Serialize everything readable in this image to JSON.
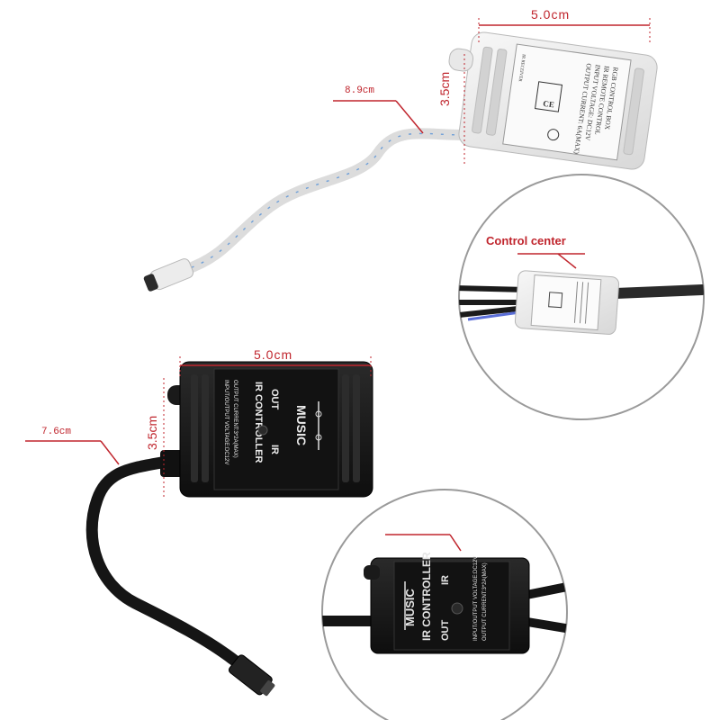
{
  "dimensions": {
    "top_width": "5.0cm",
    "top_height": "3.5cm",
    "top_cable": "8.9cm",
    "bottom_width": "5.0cm",
    "bottom_height": "3.5cm",
    "bottom_cable": "7.6cm"
  },
  "callout_top": {
    "label": "Control center"
  },
  "white_box": {
    "lines": [
      "RGB CONTROL BOX",
      "IR REMOTE CONTROL",
      "INPUT VOLTAGE: DC12V",
      "OUTPUT CURRENT: 6A(MAX)"
    ],
    "ce": "CE",
    "receiver": "IR RECEIVER"
  },
  "black_box": {
    "logo": "MUSIC",
    "title": "IR CONTROLLER",
    "out": "OUT",
    "ir": "IR",
    "spec1": "INPUT/OUTPUT VOLTAGE:DC12V",
    "spec2": "OUTPUT CURRENT:3*2A(MAX)"
  },
  "colors": {
    "accent": "#c0252d",
    "white_box": "#eeeeee",
    "black_box": "#1c1c1c"
  }
}
